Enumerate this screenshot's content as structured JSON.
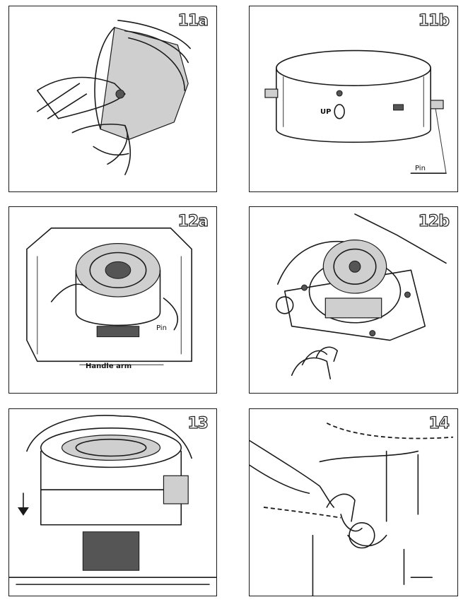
{
  "panels": [
    {
      "id": "11a",
      "label": "11a"
    },
    {
      "id": "11b",
      "label": "11b",
      "callouts": [
        "Pin",
        "UP"
      ]
    },
    {
      "id": "12a",
      "label": "12a",
      "callouts": [
        "Pin",
        "Handle arm"
      ]
    },
    {
      "id": "12b",
      "label": "12b"
    },
    {
      "id": "13",
      "label": "13"
    },
    {
      "id": "14",
      "label": "14"
    }
  ]
}
